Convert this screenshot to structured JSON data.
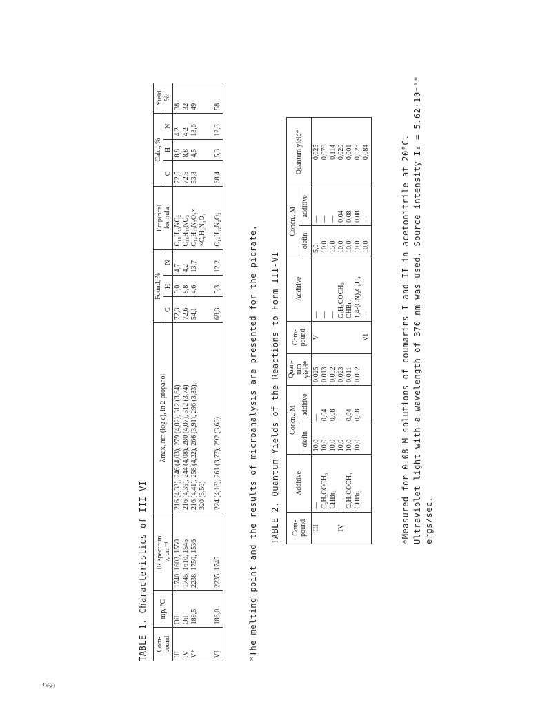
{
  "page_number": "960",
  "table1": {
    "caption": "TABLE 1.  Characteristics of III-VI",
    "headers": {
      "compound": "Com-\npound",
      "mp": "mp, °C",
      "ir": "IR spectrum,\nν, cm⁻¹",
      "uv": "λmax, nm (log ε), in 2-propanol",
      "found": "Found, %",
      "empirical": "Empirical\nformula",
      "calc": "Calc., %",
      "yield": "Yield\n%",
      "c": "C",
      "h": "H",
      "n": "N"
    },
    "rows_a": {
      "compound": "III\nIV\nV*",
      "mp": "Oil\nOil\n189,5",
      "ir": "1740, 1603, 1550\n1745, 1610, 1545\n2238, 1750, 1536",
      "uv": "216 (4,33), 246 (4,03), 279 (4,02), 312 (3,64)\n216 (4,39), 244 (4,08), 280 (4,07), 312 (3,74)\n216 (4,41), 258 (4,22), 266 (3,91), 296 (3,83),\n320 (3,56)",
      "found_c": "72,3\n72,6\n54,1",
      "found_h": "9,0\n8,8\n4,6",
      "found_n": "4,7\n4,2\n13,7",
      "formula": "C₁₈H₂₅NO₂\nC₁₈H₂₅NO₂\nC₁₄H₁₀N₂O₂×\n×C₆H₃N₃O₇",
      "calc_c": "72,5\n72,5\n53,8",
      "calc_h": "8,8\n8,8\n4,5",
      "calc_n": "4,2\n4,2\n13,6",
      "yield": "38\n32\n49"
    },
    "rows_b": {
      "compound": "VI",
      "mp": "186,0",
      "ir": "2235, 1745",
      "uv": "224 (4,18), 261 (3,77), 292 (3,60)",
      "found_c": "68,3",
      "found_h": "5,3",
      "found_n": "12,2",
      "formula": "C₁₄H₁₂N₂O₂",
      "calc_c": "68,4",
      "calc_h": "5,3",
      "calc_n": "12,3",
      "yield": "58"
    },
    "footnote": "*The melting point and the results of microanalysis are presented for the picrate."
  },
  "table2": {
    "caption": "TABLE 2.  Quantum Yields of the Reactions to Form III-VI",
    "headers": {
      "compound": "Com-\npound",
      "additive": "Additive",
      "concn": "Concn., M",
      "olefin": "olefin",
      "additive_c": "additive",
      "qy_short": "Quan-\ntum\nyield*",
      "qy_long": "Quantum yield*"
    },
    "left": {
      "compound": "III\n\n\nIV",
      "additive": "—\nC₆H₅COCH₃\nCHBr₃\n—\nC₆H₅COCH₃\nCHBr₃",
      "olefin": "10,0\n10,0\n10,0\n10,0\n10,0\n10,0",
      "additive_c": "—\n0,04\n0,08\n—\n0,04\n0,08",
      "qy": "0,025\n0,013\n0,002\n0,023\n0,011\n0,002"
    },
    "right": {
      "compound": "V\n\n\n\n\n\nVI",
      "additive": "—\n—\n—\nC₆H₅COCH₃\nCHBr₃\n1,4-(CN)₂C₆H₄\n—",
      "olefin": "5,0\n10,0\n15,0\n10,0\n10,0\n10,0\n10,0",
      "additive_c": "—\n—\n—\n0,04\n0,08\n0,08\n—",
      "qy": "0,025\n0,076\n0,114\n0,020\n0,001\n0,026\n0,084"
    },
    "footnote": "*Measured for 0.08 M solutions of coumarins I and II in acetonitrile at 20°C. Ultraviolet light with a wavelength of 370 nm was used. Source intensity Iₐ = 5.62·10⁻¹⁰ ergs/sec."
  }
}
